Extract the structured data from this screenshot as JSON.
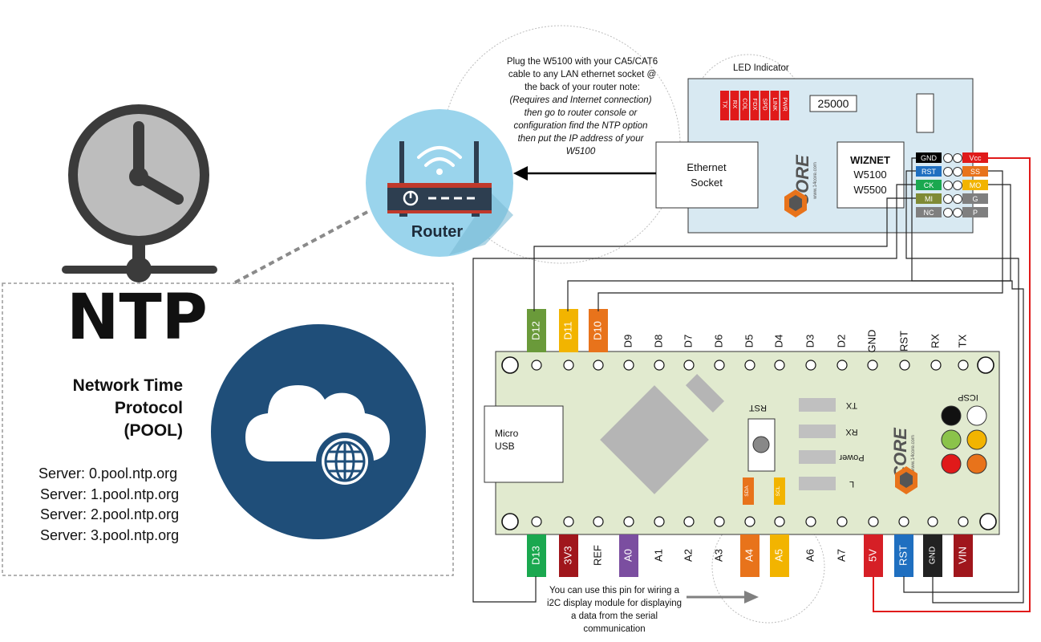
{
  "ntp": {
    "title": "NTP",
    "heading": [
      "Network Time",
      "Protocol",
      "(POOL)"
    ],
    "servers": [
      "Server:  0.pool.ntp.org",
      "Server: 1.pool.ntp.org",
      "Server: 2.pool.ntp.org",
      "Server: 3.pool.ntp.org"
    ]
  },
  "router": {
    "label": "Router",
    "note": [
      "Plug the W5100 with your CA5/CAT6",
      "cable to any LAN ethernet socket @",
      "the back of your router note:",
      "(Requires and Internet connection)",
      "then go to router console or",
      "configuration find the NTP option",
      "then put the IP address of your",
      "W5100"
    ]
  },
  "ethernet_module": {
    "led_title": "LED Indicator",
    "leds": [
      "TX",
      "RX",
      "COL",
      "FDX",
      "SPD",
      "LINK",
      "PWR"
    ],
    "code": "25000",
    "socket_label": [
      "Ethernet",
      "Socket"
    ],
    "chip_label": [
      "WIZNET",
      "W5100",
      "W5500"
    ],
    "brand": "CORE",
    "brand_url": "www.14core.com",
    "left_pins": [
      {
        "label": "GND",
        "color": "#000000"
      },
      {
        "label": "RST",
        "color": "#1f6fc0"
      },
      {
        "label": "CK",
        "color": "#1aa84f"
      },
      {
        "label": "MI",
        "color": "#7f8a35"
      },
      {
        "label": "NC",
        "color": "#7f7f7f"
      }
    ],
    "right_pins": [
      {
        "label": "Vcc",
        "color": "#e01a1a"
      },
      {
        "label": "SS",
        "color": "#e8731b"
      },
      {
        "label": "MO",
        "color": "#f2b400"
      },
      {
        "label": "G",
        "color": "#7f7f7f"
      },
      {
        "label": "P",
        "color": "#7f7f7f"
      }
    ]
  },
  "nano": {
    "top_pins": [
      {
        "label": "D12",
        "color": "#6a9a3a"
      },
      {
        "label": "D11",
        "color": "#f2b400"
      },
      {
        "label": "D10",
        "color": "#e8731b"
      },
      {
        "label": "D9",
        "color": ""
      },
      {
        "label": "D8",
        "color": ""
      },
      {
        "label": "D7",
        "color": ""
      },
      {
        "label": "D6",
        "color": ""
      },
      {
        "label": "D5",
        "color": ""
      },
      {
        "label": "D4",
        "color": ""
      },
      {
        "label": "D3",
        "color": ""
      },
      {
        "label": "D2",
        "color": ""
      },
      {
        "label": "GND",
        "color": ""
      },
      {
        "label": "RST",
        "color": ""
      },
      {
        "label": "RX",
        "color": ""
      },
      {
        "label": "TX",
        "color": ""
      }
    ],
    "bottom_pins": [
      {
        "label": "D13",
        "color": "#1aa84f"
      },
      {
        "label": "3V3",
        "color": "#a0161c"
      },
      {
        "label": "REF",
        "color": ""
      },
      {
        "label": "A0",
        "color": "#7b4ea0"
      },
      {
        "label": "A1",
        "color": ""
      },
      {
        "label": "A2",
        "color": ""
      },
      {
        "label": "A3",
        "color": ""
      },
      {
        "label": "A4",
        "color": "#e8731b"
      },
      {
        "label": "A5",
        "color": "#f2b400"
      },
      {
        "label": "A6",
        "color": ""
      },
      {
        "label": "A7",
        "color": ""
      },
      {
        "label": "5V",
        "color": "#d61f26"
      },
      {
        "label": "RST",
        "color": "#1f6fc0"
      },
      {
        "label": "GND",
        "color": "#222222"
      },
      {
        "label": "VIN",
        "color": "#a0161c"
      }
    ],
    "usb_label": [
      "Micro",
      "USB"
    ],
    "rst_label": "RST",
    "indicators": [
      "TX",
      "RX",
      "Power",
      "L"
    ],
    "icsp_label": "ICSP",
    "sda": "SDA",
    "scl": "SCL",
    "brand": "CORE",
    "brand_url": "www.14core.com"
  },
  "i2c_note": [
    "You can use this pin for wiring a",
    "i2C display module for displaying",
    "a data from the serial",
    "communication"
  ],
  "colors": {
    "board_green": "#e1eacf",
    "module_blue": "#d8e9f2",
    "cloud_blue": "#1f4e79",
    "router_blue": "#9ad4ec",
    "wire_red": "#e01a1a"
  }
}
